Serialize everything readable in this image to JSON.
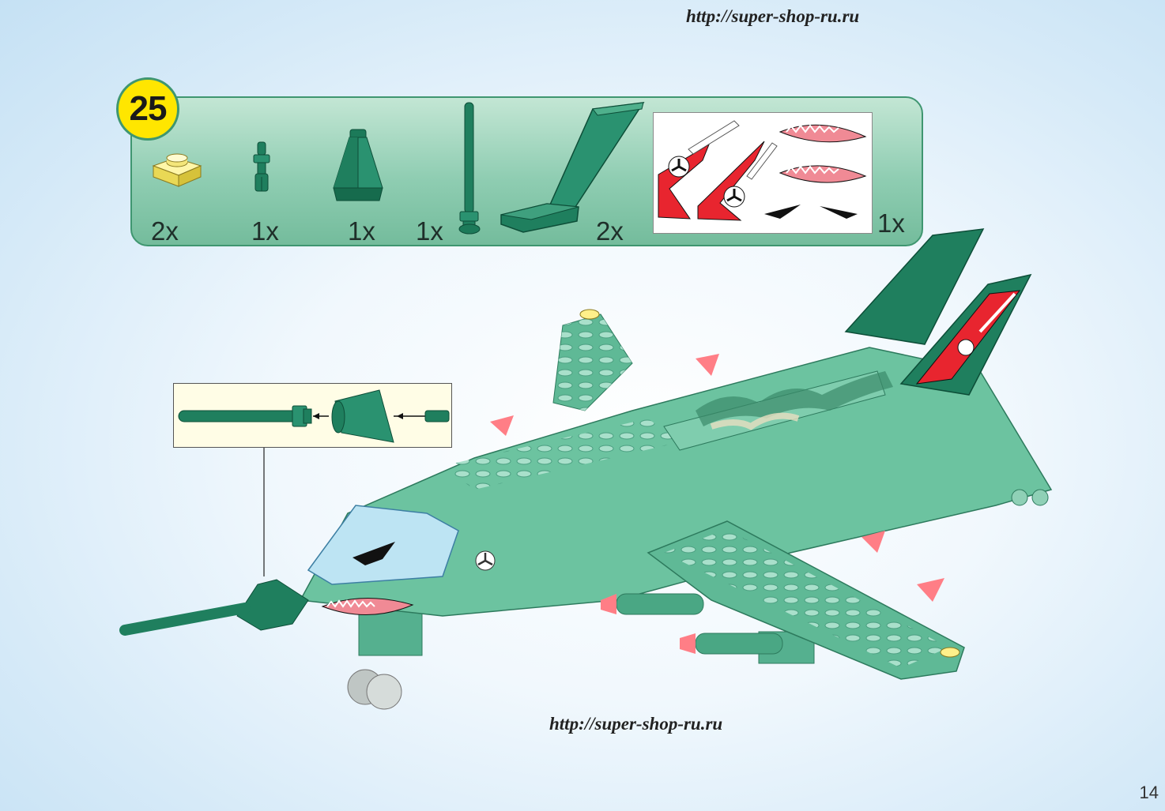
{
  "header": {
    "url_top": "http://super-shop-ru.ru"
  },
  "footer": {
    "url_bottom": "http://super-shop-ru.ru",
    "page_number": "14"
  },
  "step": {
    "number": "25"
  },
  "parts": [
    {
      "icon": "plate-1x1-yellow-icon",
      "qty": "2x"
    },
    {
      "icon": "connector-pin-icon",
      "qty": "1x"
    },
    {
      "icon": "cone-icon",
      "qty": "1x"
    },
    {
      "icon": "antenna-bar-icon",
      "qty": "1x"
    },
    {
      "icon": "tail-fin-icon",
      "qty": "2x"
    },
    {
      "icon": "sticker-sheet-icon",
      "qty": "1x"
    }
  ],
  "colors": {
    "brick_green": "#2a8a68",
    "dark_green": "#16704f",
    "panel_border": "#3f9670",
    "badge_yellow": "#ffe600",
    "decal_red": "#e8252f",
    "missile_tip": "#ff7e86"
  }
}
